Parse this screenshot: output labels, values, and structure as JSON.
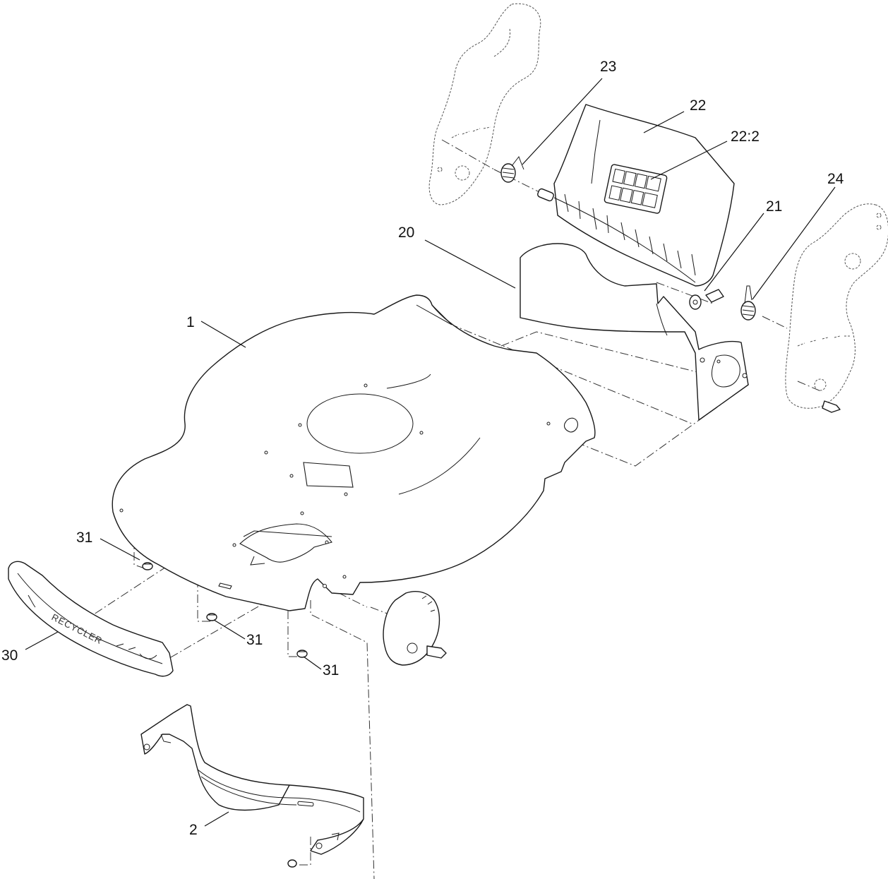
{
  "callouts": {
    "c1": "1",
    "c2": "2",
    "c20": "20",
    "c21": "21",
    "c22": "22",
    "c22_2": "22:2",
    "c23": "23",
    "c24": "24",
    "c30": "30",
    "c31_a": "31",
    "c31_b": "31",
    "c31_c": "31"
  },
  "parts": {
    "bumper_lettering": "RECYCLER"
  },
  "colors": {
    "line": "#1a1a1a",
    "background": "#ffffff"
  }
}
